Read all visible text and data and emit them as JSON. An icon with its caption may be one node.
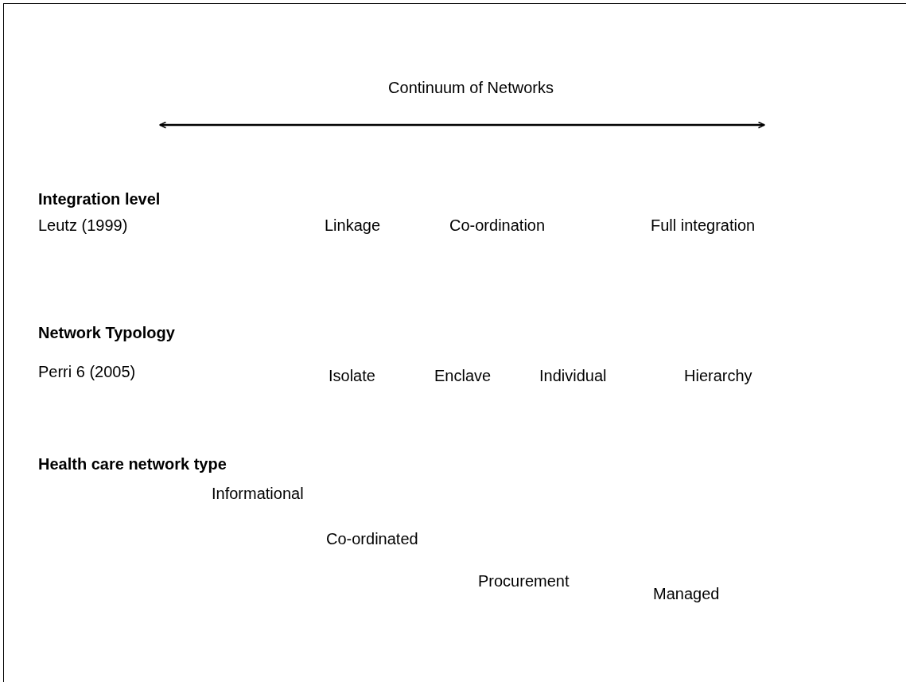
{
  "diagram": {
    "title": "Continuum of Networks",
    "labels": [
      "**Integration leve**l",
      "Leutz (1999)",
      "Linkage",
      "Co-ordination",
      "Full integration",
      "Network Typology",
      "Perri 6 (2005)",
      "Isolate",
      "Enclave",
      "Individual",
      "Hierarchy",
      "Health care network type",
      "Informational",
      "Co-ordinated",
      "Procurement",
      "Managed"
    ]
  }
}
